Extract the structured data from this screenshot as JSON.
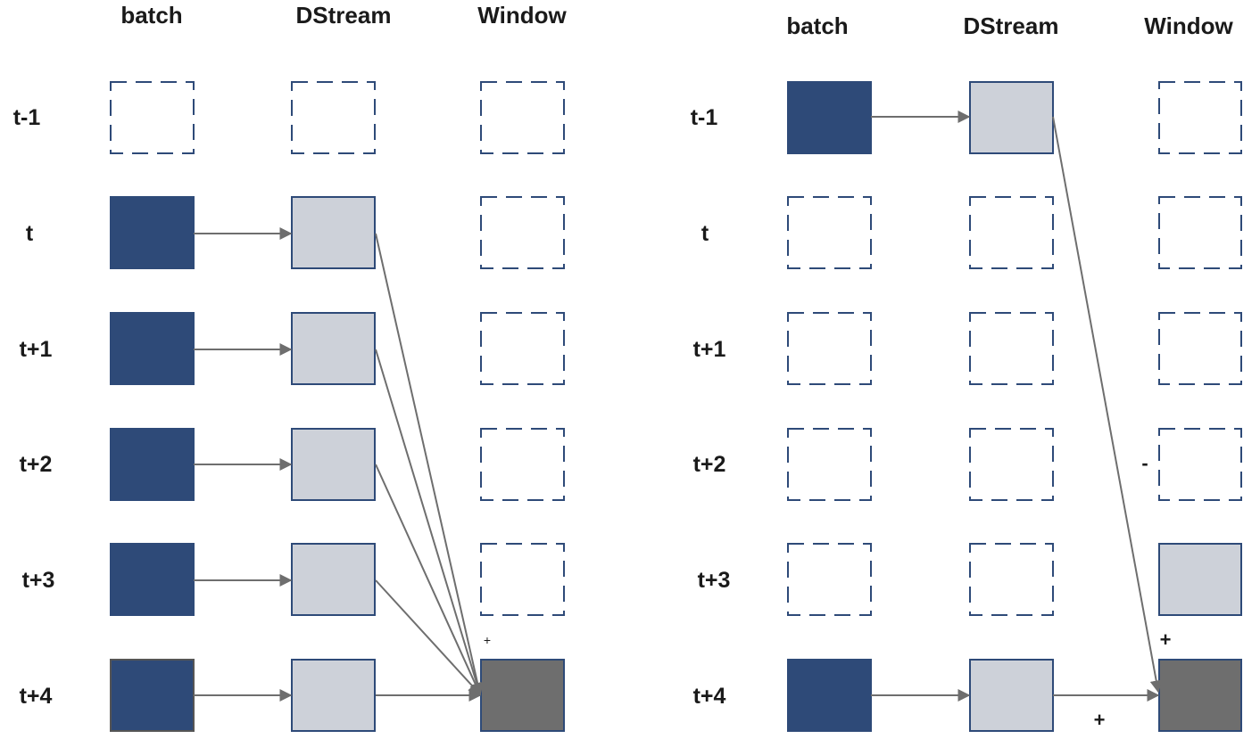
{
  "colors": {
    "batch": "#2e4a78",
    "dstream": "#cdd1d9",
    "window_result": "#6e6e6e",
    "box_border": "#2e4a78",
    "arrow": "#6e6e6e"
  },
  "left_panel": {
    "columns": [
      "batch",
      "DStream",
      "Window"
    ],
    "rows": [
      "t-1",
      "t",
      "t+1",
      "t+2",
      "t+3",
      "t+4"
    ],
    "plus_label": "+"
  },
  "right_panel": {
    "columns": [
      "batch",
      "DStream",
      "Window"
    ],
    "rows": [
      "t-1",
      "t",
      "t+1",
      "t+2",
      "t+3",
      "t+4"
    ],
    "minus_label": "-",
    "plus_label_window": "+",
    "plus_label_arrow": "+"
  }
}
